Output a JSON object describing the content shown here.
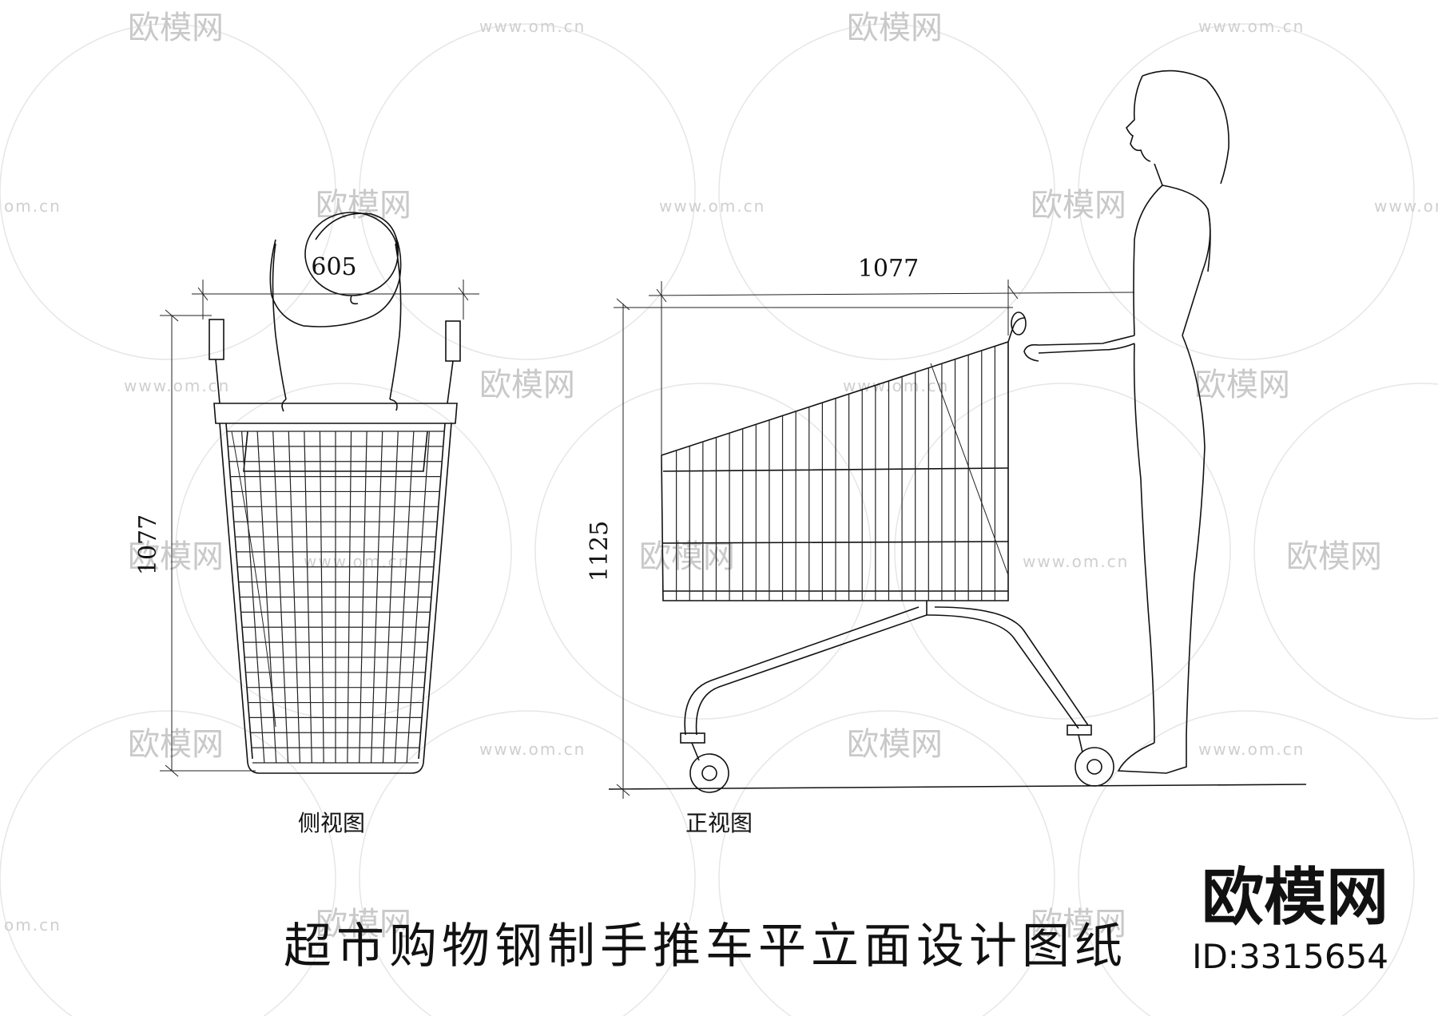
{
  "drawing": {
    "title": "超市购物钢制手推车平立面设计图纸",
    "brand": "欧模网",
    "id_label": "ID:3315654",
    "watermark": {
      "logo_text": "欧模网",
      "url": "www.om.cn",
      "url_short": "om.cn"
    },
    "side_view": {
      "caption": "侧视图",
      "width_dimension": "605",
      "height_dimension": "1077"
    },
    "front_view": {
      "caption": "正视图",
      "length_dimension": "1077",
      "height_dimension": "1125"
    }
  }
}
